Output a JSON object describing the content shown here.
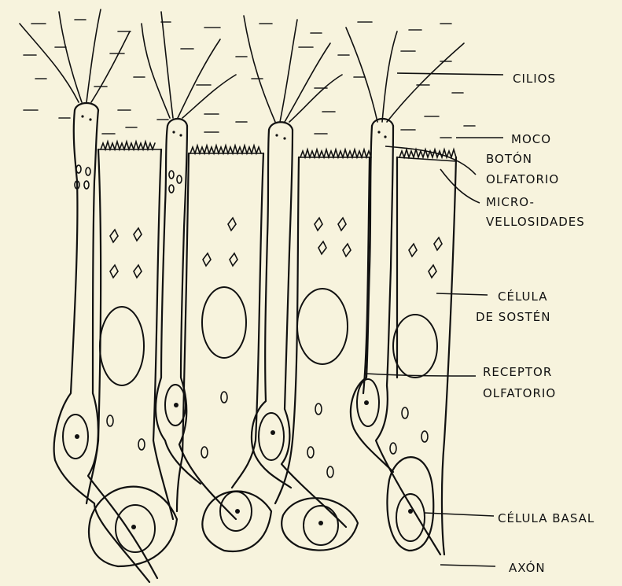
{
  "labels": {
    "cilios": "CILIOS",
    "moco": "MOCO",
    "boton_1": "BOTÓN",
    "boton_2": "OLFATORIO",
    "micro_1": "MICRO-",
    "micro_2": "VELLOSIDADES",
    "celula_sosten_1": "CÉLULA",
    "celula_sosten_2": "DE SOSTÉN",
    "receptor_1": "RECEPTOR",
    "receptor_2": "OLFATORIO",
    "celula_basal": "CÉLULA BASAL",
    "axon": "AXÓN"
  },
  "colors": {
    "paper": "#f7f3dd",
    "ink": "#111111"
  }
}
